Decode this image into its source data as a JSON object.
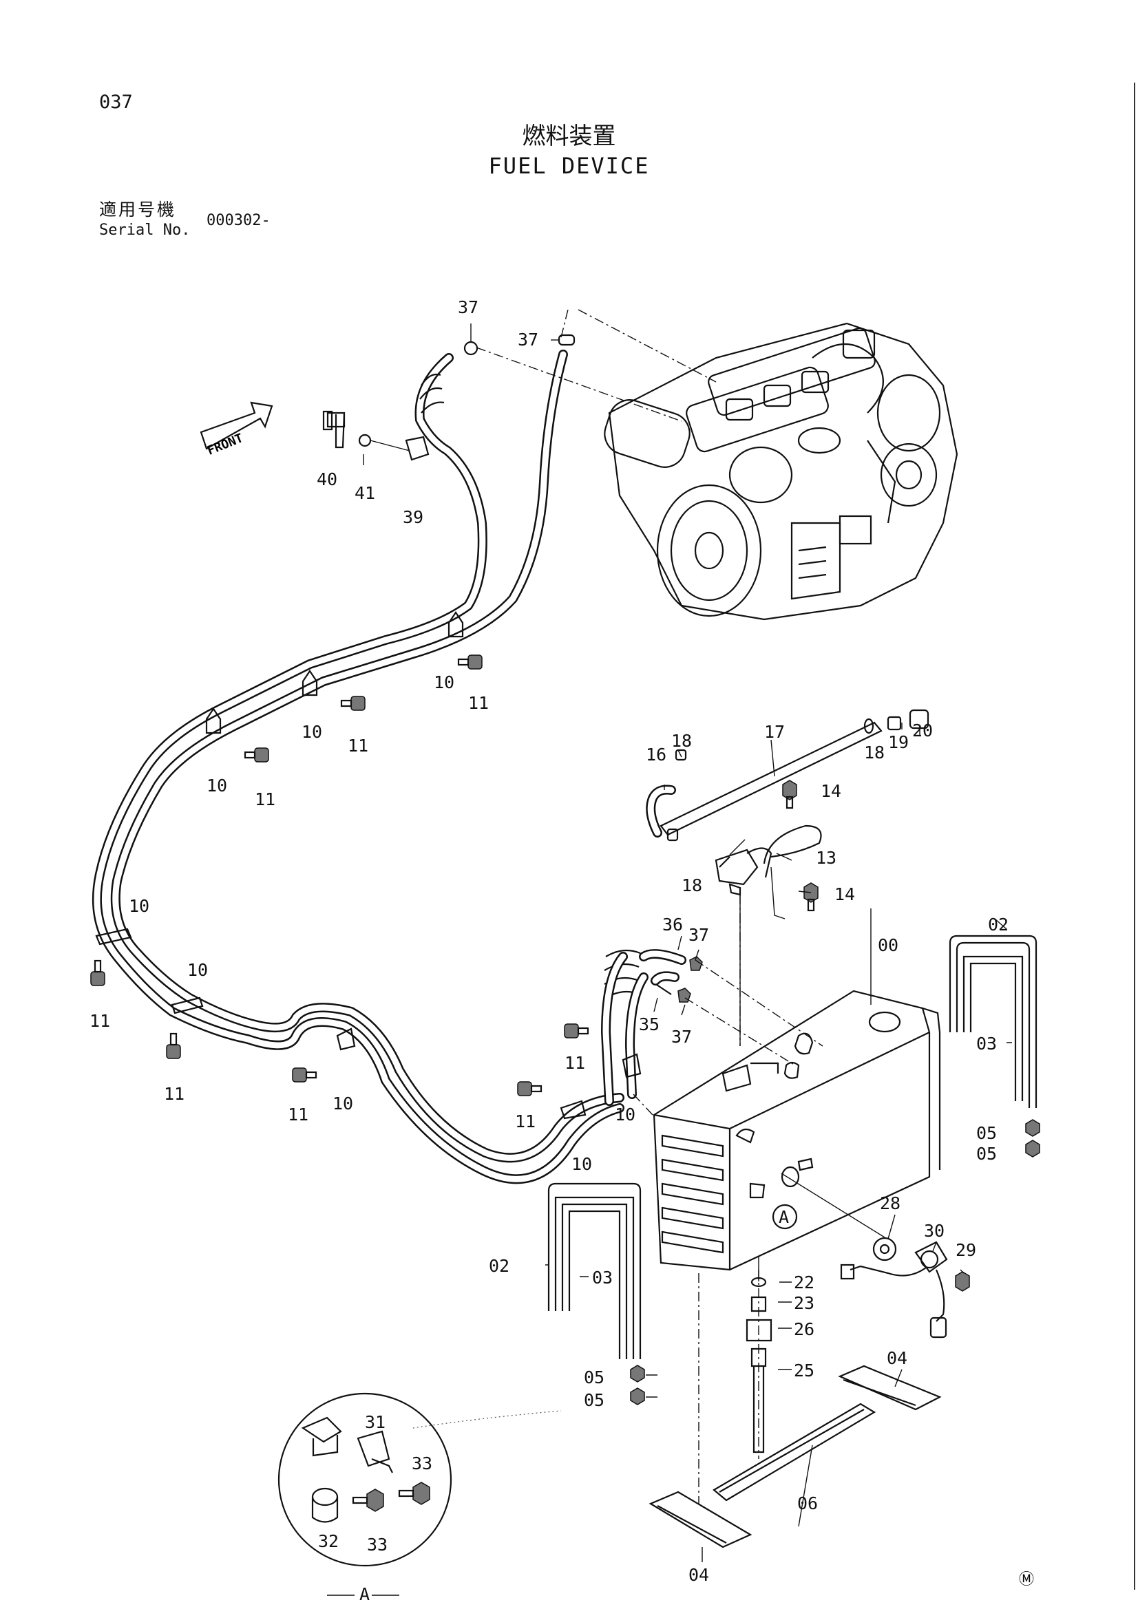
{
  "header": {
    "page_number": "037",
    "title_jp": "燃料装置",
    "title_en": "FUEL DEVICE",
    "serial_label_jp": "適用号機",
    "serial_label_en": "Serial No.",
    "serial_value": "000302-"
  },
  "diagram": {
    "front_label": "FRONT",
    "detail_label": "A",
    "callout_A": "A",
    "mark": "Ⓜ"
  },
  "callouts": {
    "c37a": "37",
    "c37b": "37",
    "c40": "40",
    "c41": "41",
    "c39": "39",
    "c10a": "10",
    "c11a": "11",
    "c10b": "10",
    "c11b": "11",
    "c10c": "10",
    "c11c": "11",
    "c10d": "10",
    "c11d": "11",
    "c10e": "10",
    "c11e": "11",
    "c11f": "11",
    "c10f": "10",
    "c11g": "11",
    "c11h": "11",
    "c10g": "10",
    "c10h": "10",
    "c16": "16",
    "c18a": "18",
    "c17": "17",
    "c18b": "18",
    "c19": "19",
    "c20": "20",
    "c14a": "14",
    "c13": "13",
    "c18c": "18",
    "c14b": "14",
    "c36": "36",
    "c37c": "37",
    "c35": "35",
    "c37d": "37",
    "c00": "00",
    "c02a": "02",
    "c03a": "03",
    "c05a": "05",
    "c05b": "05",
    "c28": "28",
    "c30": "30",
    "c29": "29",
    "c02b": "02",
    "c03b": "03",
    "c22": "22",
    "c23": "23",
    "c26": "26",
    "c25": "25",
    "c05c": "05",
    "c05d": "05",
    "c04a": "04",
    "c06": "06",
    "c04b": "04",
    "c31": "31",
    "c33a": "33",
    "c32": "32",
    "c33b": "33"
  }
}
